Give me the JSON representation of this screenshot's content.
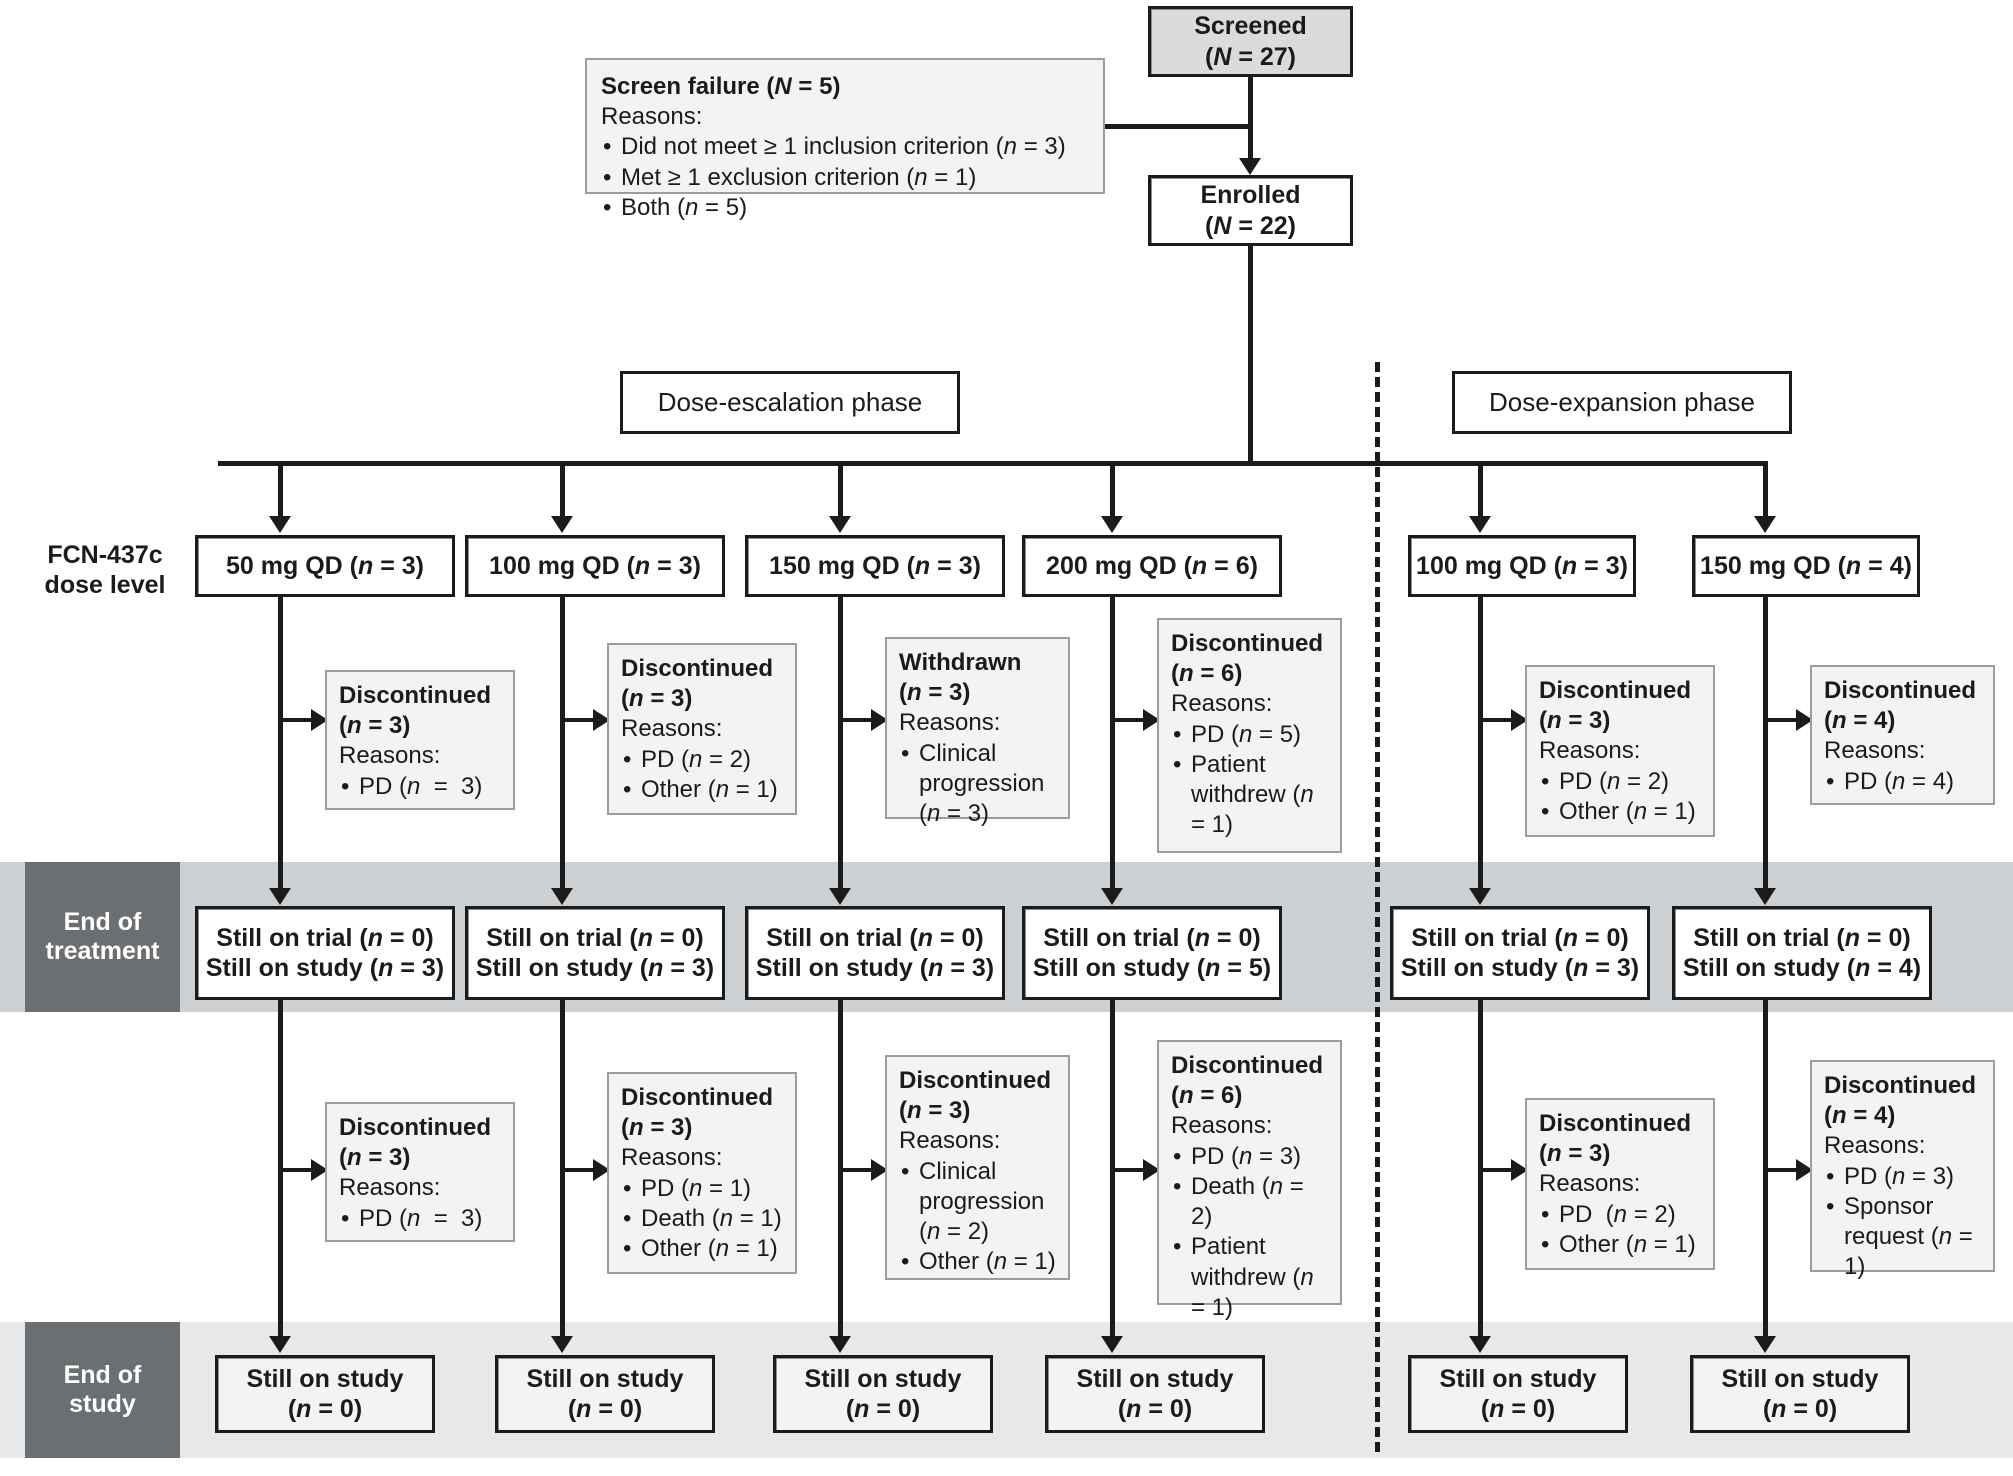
{
  "figure": {
    "type": "clinical-trial-consort-flow-diagram",
    "drug": "FCN-437c",
    "side_label": "FCN-437c\ndose level",
    "side_label_line1": "FCN-437c",
    "side_label_line2": "dose level"
  },
  "top": {
    "screened": {
      "title": "Screened",
      "count": "(N = 27)"
    },
    "enrolled": {
      "title": "Enrolled",
      "count": "(N = 22)"
    },
    "screen_failure": {
      "title": "Screen failure (N = 5)",
      "title_label": "Screen failure",
      "title_count": "(N = 5)",
      "reasons_label": "Reasons:",
      "reasons": [
        "Did not meet ≥ 1 inclusion criterion (n = 3)",
        "Met ≥ 1 exclusion criterion (n = 1)",
        "Both (n = 5)"
      ]
    }
  },
  "phases": [
    {
      "id": "escalation",
      "label": "Dose-escalation phase"
    },
    {
      "id": "expansion",
      "label": "Dose-expansion phase"
    }
  ],
  "bands": [
    {
      "id": "end-of-treatment",
      "label_line1": "End of",
      "label_line2": "treatment",
      "color": "#ccd0d2"
    },
    {
      "id": "end-of-study",
      "label_line1": "End of",
      "label_line2": "study",
      "color": "#e7e8ea"
    }
  ],
  "columns": [
    {
      "id": "esc-50",
      "phase": "escalation",
      "dose": "50 mg QD (n = 3)",
      "dose_label": "50 mg QD",
      "dose_n": "(n = 3)",
      "discontinued_treatment": {
        "title": "Discontinued",
        "count": "(n = 3)",
        "reasons_label": "Reasons:",
        "reasons": [
          "PD (n  =  3)"
        ]
      },
      "end_of_treatment": {
        "still_on_trial": "Still on trial (n = 0)",
        "still_on_study": "Still on study (n = 3)"
      },
      "discontinued_study": {
        "title": "Discontinued",
        "count": "(n = 3)",
        "reasons_label": "Reasons:",
        "reasons": [
          "PD (n  =  3)"
        ]
      },
      "end_of_study": {
        "title": "Still on study",
        "count": "(n = 0)"
      }
    },
    {
      "id": "esc-100",
      "phase": "escalation",
      "dose": "100 mg QD (n = 3)",
      "dose_label": "100 mg QD",
      "dose_n": "(n = 3)",
      "discontinued_treatment": {
        "title": "Discontinued",
        "count": "(n = 3)",
        "reasons_label": "Reasons:",
        "reasons": [
          "PD (n = 2)",
          "Other (n = 1)"
        ]
      },
      "end_of_treatment": {
        "still_on_trial": "Still on trial (n = 0)",
        "still_on_study": "Still on study (n = 3)"
      },
      "discontinued_study": {
        "title": "Discontinued",
        "count": "(n = 3)",
        "reasons_label": "Reasons:",
        "reasons": [
          "PD (n = 1)",
          "Death (n = 1)",
          "Other (n = 1)"
        ]
      },
      "end_of_study": {
        "title": "Still on study",
        "count": "(n = 0)"
      }
    },
    {
      "id": "esc-150",
      "phase": "escalation",
      "dose": "150 mg QD (n = 3)",
      "dose_label": "150 mg QD",
      "dose_n": "(n = 3)",
      "discontinued_treatment": {
        "title": "Withdrawn",
        "count": "(n = 3)",
        "reasons_label": "Reasons:",
        "reasons": [
          "Clinical progression (n = 3)"
        ]
      },
      "end_of_treatment": {
        "still_on_trial": "Still on trial (n = 0)",
        "still_on_study": "Still on study (n = 3)"
      },
      "discontinued_study": {
        "title": "Discontinued",
        "count": "(n = 3)",
        "reasons_label": "Reasons:",
        "reasons": [
          "Clinical progression (n = 2)",
          "Other (n = 1)"
        ]
      },
      "end_of_study": {
        "title": "Still on study",
        "count": "(n = 0)"
      }
    },
    {
      "id": "esc-200",
      "phase": "escalation",
      "dose": "200 mg QD (n = 6)",
      "dose_label": "200 mg QD",
      "dose_n": "(n = 6)",
      "discontinued_treatment": {
        "title": "Discontinued",
        "count": "(n = 6)",
        "reasons_label": "Reasons:",
        "reasons": [
          "PD (n = 5)",
          "Patient withdrew (n = 1)"
        ]
      },
      "end_of_treatment": {
        "still_on_trial": "Still on trial (n = 0)",
        "still_on_study": "Still on study (n = 5)"
      },
      "discontinued_study": {
        "title": "Discontinued",
        "count": "(n = 6)",
        "reasons_label": "Reasons:",
        "reasons": [
          "PD (n = 3)",
          "Death (n = 2)",
          "Patient withdrew (n = 1)"
        ]
      },
      "end_of_study": {
        "title": "Still on study",
        "count": "(n = 0)"
      }
    },
    {
      "id": "exp-100",
      "phase": "expansion",
      "dose": "100 mg QD (n = 3)",
      "dose_label": "100 mg QD",
      "dose_n": "(n = 3)",
      "discontinued_treatment": {
        "title": "Discontinued",
        "count": "(n = 3)",
        "reasons_label": "Reasons:",
        "reasons": [
          "PD (n = 2)",
          "Other (n = 1)"
        ]
      },
      "end_of_treatment": {
        "still_on_trial": "Still on trial (n = 0)",
        "still_on_study": "Still on study (n = 3)"
      },
      "discontinued_study": {
        "title": "Discontinued",
        "count": "(n = 3)",
        "reasons_label": "Reasons:",
        "reasons": [
          "PD  (n = 2)",
          "Other (n = 1)"
        ]
      },
      "end_of_study": {
        "title": "Still on study",
        "count": "(n = 0)"
      }
    },
    {
      "id": "exp-150",
      "phase": "expansion",
      "dose": "150 mg QD (n = 4)",
      "dose_label": "150 mg QD",
      "dose_n": "(n = 4)",
      "discontinued_treatment": {
        "title": "Discontinued",
        "count": "(n = 4)",
        "reasons_label": "Reasons:",
        "reasons": [
          "PD (n = 4)"
        ]
      },
      "end_of_treatment": {
        "still_on_trial": "Still on trial (n = 0)",
        "still_on_study": "Still on study (n = 4)"
      },
      "discontinued_study": {
        "title": "Discontinued",
        "count": "(n = 4)",
        "reasons_label": "Reasons:",
        "reasons": [
          "PD (n = 3)",
          "Sponsor request (n = 1)"
        ]
      },
      "end_of_study": {
        "title": "Still on study",
        "count": "(n = 0)"
      }
    }
  ],
  "colors": {
    "ink": "#1b1b1b",
    "screened_fill": "#d9dbdd",
    "side_box_fill": "#f2f3f4",
    "side_box_border": "#9b9ea1",
    "band_treatment": "#ccd0d2",
    "band_study": "#e7e8ea",
    "band_label_fill": "#6b6f72"
  }
}
